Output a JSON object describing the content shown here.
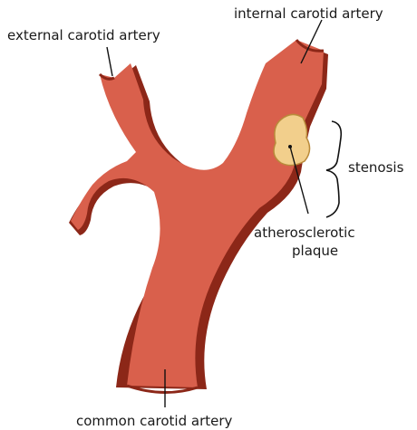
{
  "labels": {
    "external": "external carotid artery",
    "internal": "internal carotid artery",
    "stenosis": "stenosis",
    "plaque_line1": "atherosclerotic",
    "plaque_line2": "plaque",
    "common": "common carotid artery"
  },
  "colors": {
    "artery_fill": "#d9604c",
    "artery_edge": "#8c2718",
    "plaque_fill": "#f2cf8c",
    "plaque_edge": "#b98a3a",
    "leader": "#111111"
  }
}
